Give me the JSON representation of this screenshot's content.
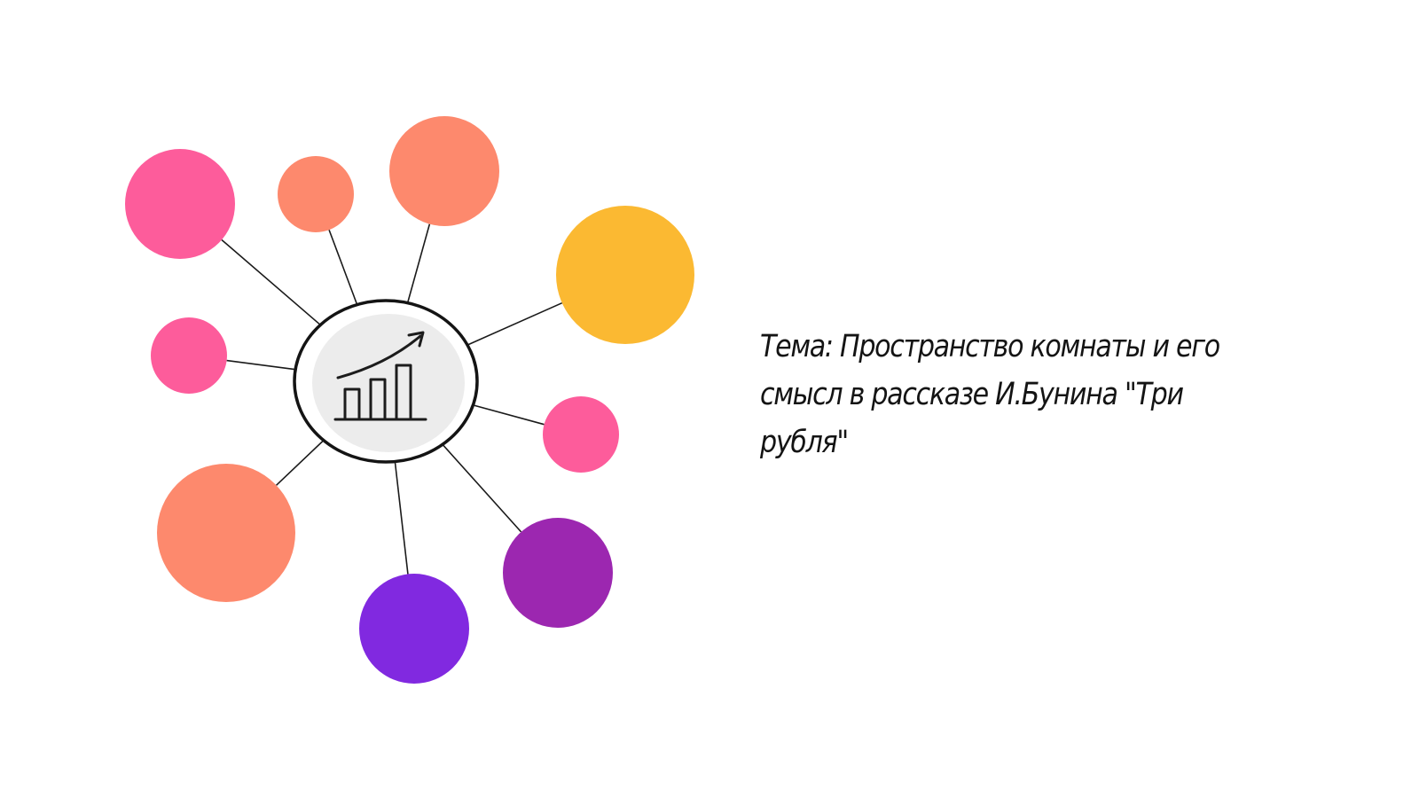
{
  "slide": {
    "title": "Тема: Пространство комнаты и его смысл в рассказе И.Бунина \"Три рубля\""
  },
  "diagram": {
    "center_icon": "bar-chart-growth-icon",
    "nodes": [
      {
        "name": "node-top-left-pink",
        "color": "#FD5C9B"
      },
      {
        "name": "node-top-small-coral",
        "color": "#FD896D"
      },
      {
        "name": "node-top-coral",
        "color": "#FD896D"
      },
      {
        "name": "node-right-yellow",
        "color": "#FBB932"
      },
      {
        "name": "node-left-small-pink",
        "color": "#FD5C9B"
      },
      {
        "name": "node-right-small-pink",
        "color": "#FD5C9B"
      },
      {
        "name": "node-bottom-left-coral",
        "color": "#FD896D"
      },
      {
        "name": "node-bottom-violet",
        "color": "#8129E0"
      },
      {
        "name": "node-bottom-right-purple",
        "color": "#9C27B0"
      }
    ],
    "colors": {
      "connector": "#1a1a1a",
      "center_border": "#141414",
      "center_inner": "#ececec"
    }
  }
}
